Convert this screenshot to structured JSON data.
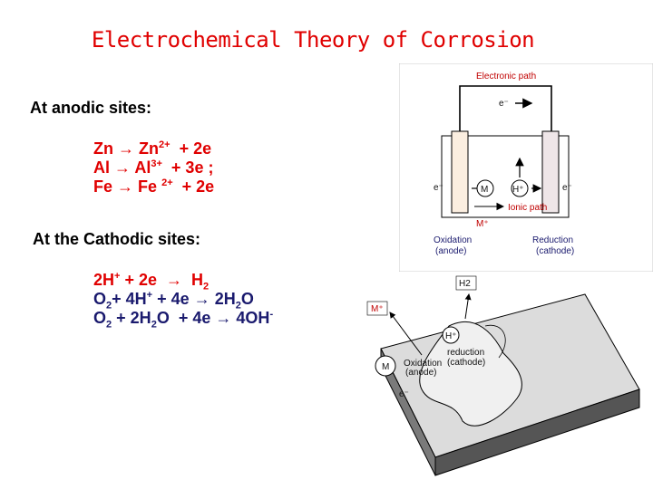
{
  "title": "Electrochemical Theory of Corrosion",
  "anodic": {
    "heading": "At anodic sites:",
    "reactions": [
      {
        "a": "Zn",
        "arrow": "→",
        "b": "Zn",
        "b_sup": "2+",
        "rest": "+ 2e"
      },
      {
        "a": "Al",
        "arrow": "→",
        "b": "Al",
        "b_sup": "3+",
        "rest": "+ 3e ;"
      },
      {
        "a": "Fe",
        "arrow": "→",
        "b": "Fe",
        "b_sup": "2+",
        "rest": "+ 2e"
      }
    ]
  },
  "cathodic": {
    "heading": "At the Cathodic sites:",
    "r1": {
      "a": "2H",
      "a_sup": "+",
      "mid": "+ 2e",
      "arrow": "→",
      "b": "H",
      "b_sub": "2"
    },
    "r2": {
      "a": "O",
      "a_sub": "2",
      "mid1": "+ 4H",
      "mid1_sup": "+",
      "mid2": "+ 4e",
      "arrow": "→",
      "b1": "2H",
      "b_sub": "2",
      "b2": "O"
    },
    "r3": {
      "a": "O",
      "a_sub": "2",
      "mid1": "+ 2H",
      "mid1_sub": "2",
      "mid2": "O",
      "mid3": "+ 4e",
      "arrow": "→",
      "b": "4OH",
      "b_sup": "-"
    }
  },
  "cell_diagram": {
    "electronic_path": "Electronic path",
    "electron_top": "e⁻",
    "electron_left": "e⁻",
    "electron_right": "e⁻",
    "metal_ion": "M",
    "proton": "H⁺",
    "ionic_path": "Ionic path",
    "m_plus": "M⁺",
    "oxidation": "Oxidation",
    "anode": "(anode)",
    "reduction": "Reduction",
    "cathode": "(cathode)",
    "colors": {
      "anode_fill": "#fbeee0",
      "cathode_fill": "#efe6e8",
      "label_red": "#c00000"
    }
  },
  "surface_diagram": {
    "h2": "H2",
    "m_plus": "M⁺",
    "h_plus": "H⁺",
    "reduction": "reduction",
    "cathode": "(cathode)",
    "m": "M",
    "oxidation": "Oxidation",
    "anode": "(anode)",
    "electron": "e⁻"
  }
}
